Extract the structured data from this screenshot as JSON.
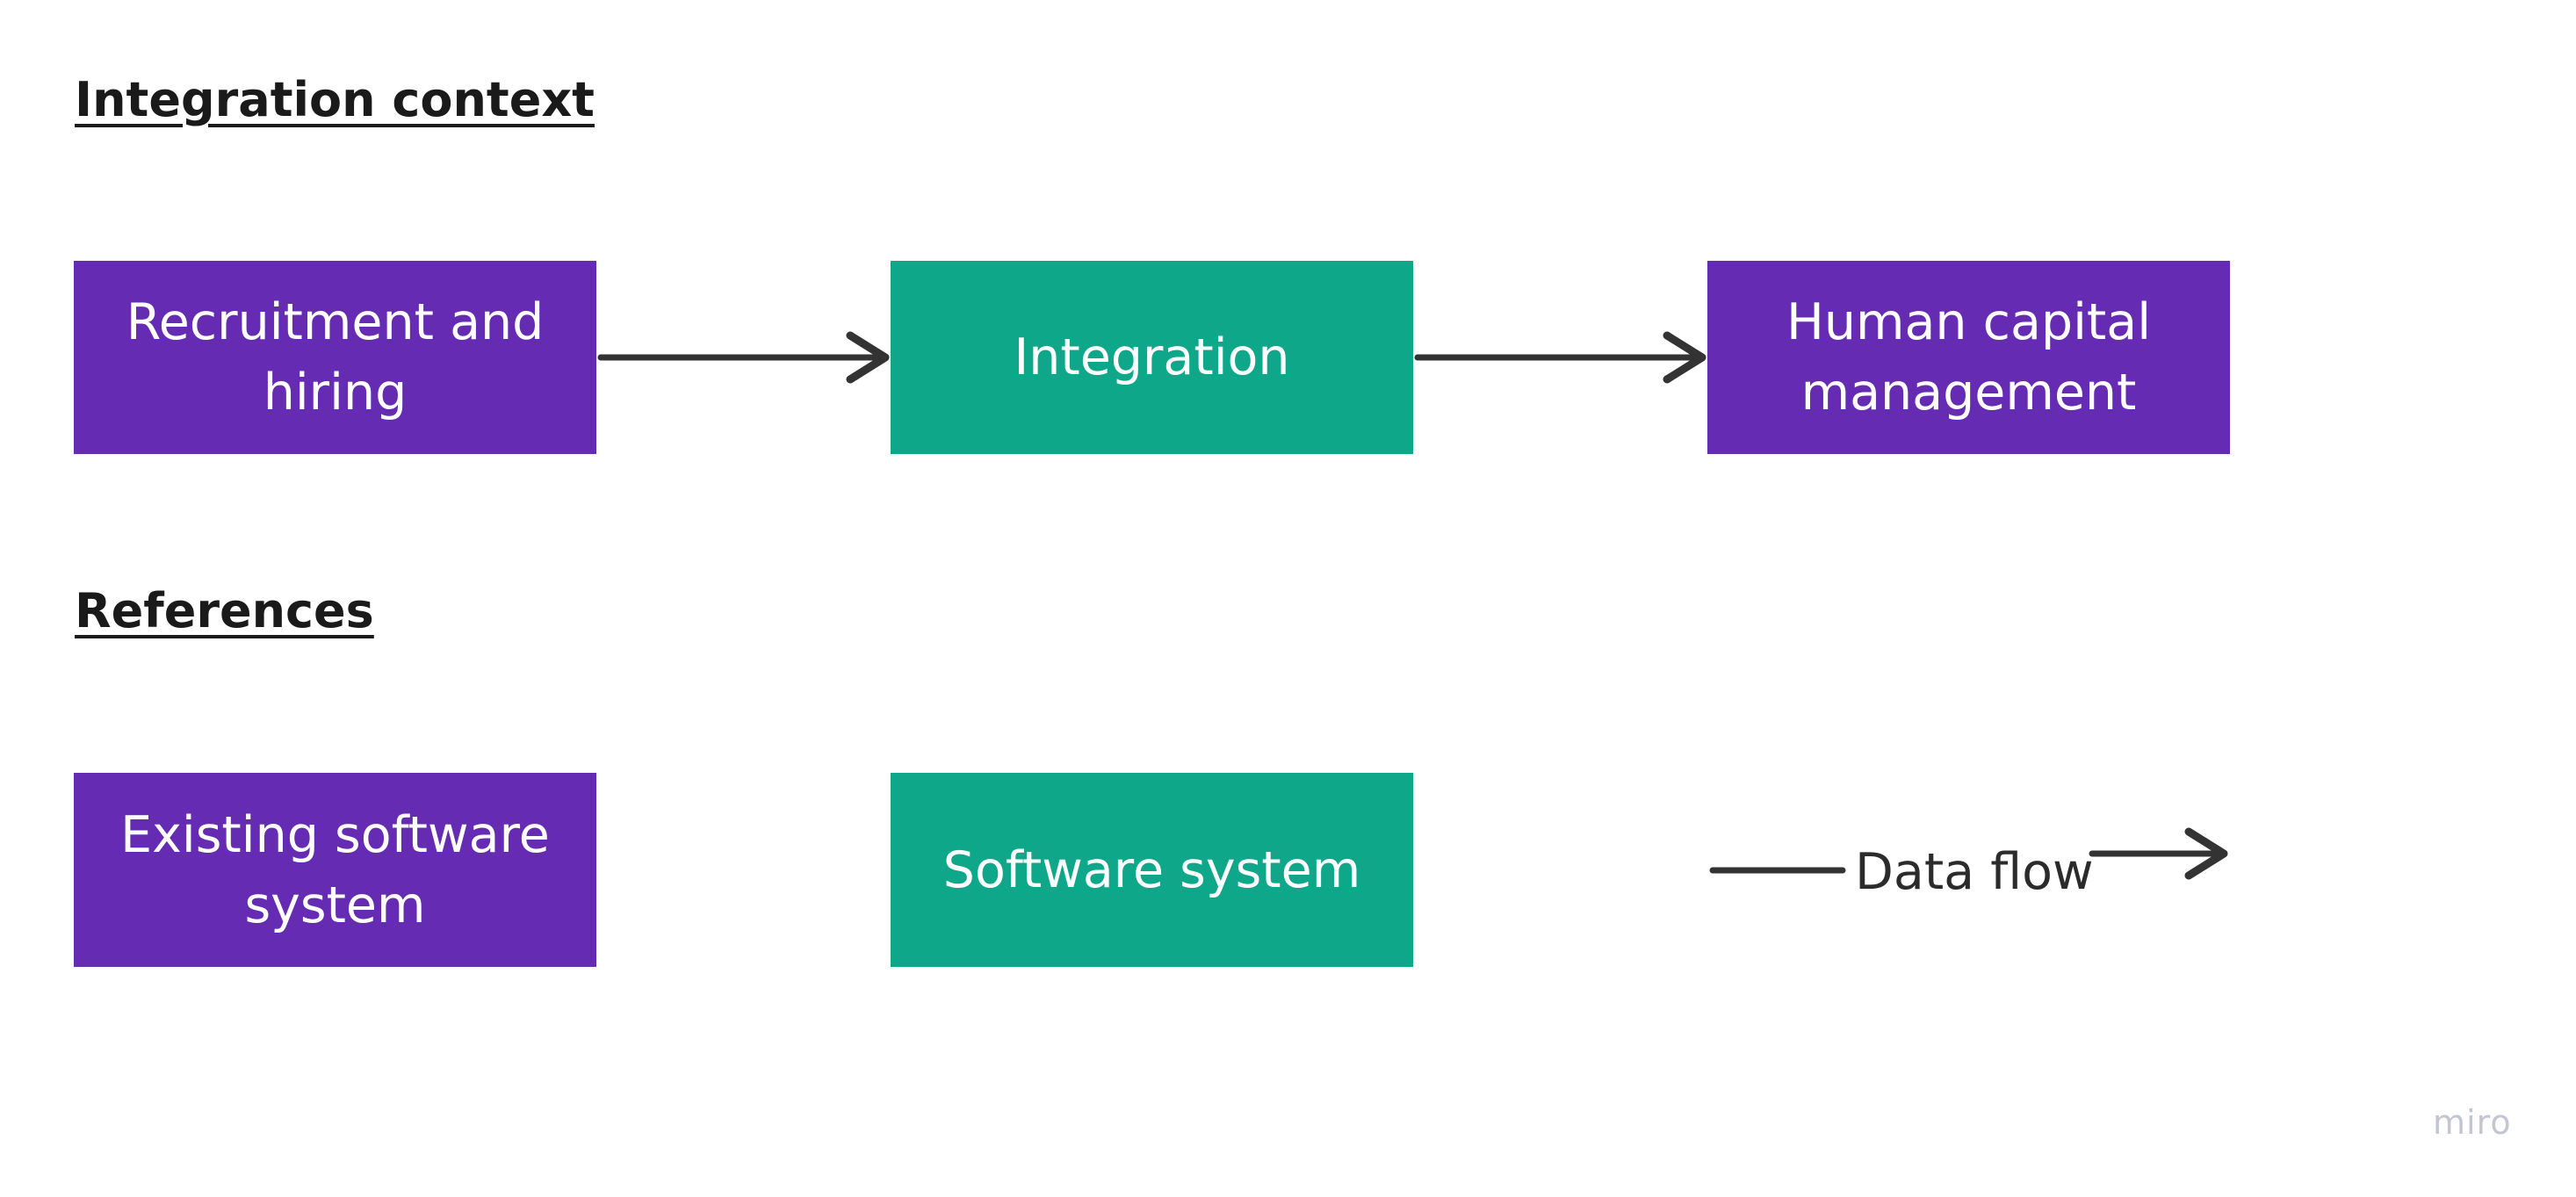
{
  "headings": {
    "integration_context": "Integration context",
    "references": "References"
  },
  "nodes": {
    "recruitment": "Recruitment and hiring",
    "integration": "Integration",
    "hcm": "Human capital management",
    "existing_system": "Existing software system",
    "software_system": "Software system"
  },
  "edges": [
    {
      "from": "Recruitment and hiring",
      "to": "Integration"
    },
    {
      "from": "Integration",
      "to": "Human capital management"
    }
  ],
  "legend": {
    "data_flow": "Data flow"
  },
  "watermark": "miro",
  "colors": {
    "existing_system": "#652cb3",
    "software_system": "#0ea789",
    "arrow": "#333333",
    "heading_text": "#1a1a1a"
  }
}
